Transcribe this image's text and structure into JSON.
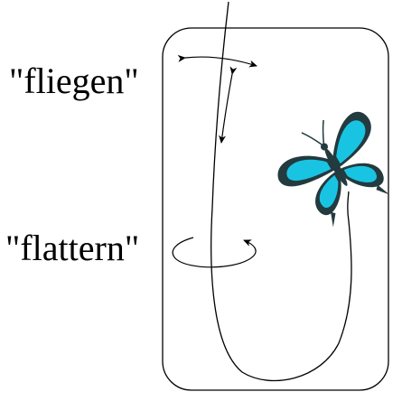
{
  "labels": {
    "fliegen": "\"fliegen\"",
    "flattern": "\"flattern\""
  },
  "colors": {
    "stroke": "#000000",
    "wing_blue": "#19c4e3",
    "wing_dark": "#233a3e",
    "background": "#ffffff"
  },
  "icons": {
    "butterfly": "butterfly-icon",
    "fly_arrows": "double-headed-arrows",
    "flutter_arrow": "circular-arrow"
  }
}
